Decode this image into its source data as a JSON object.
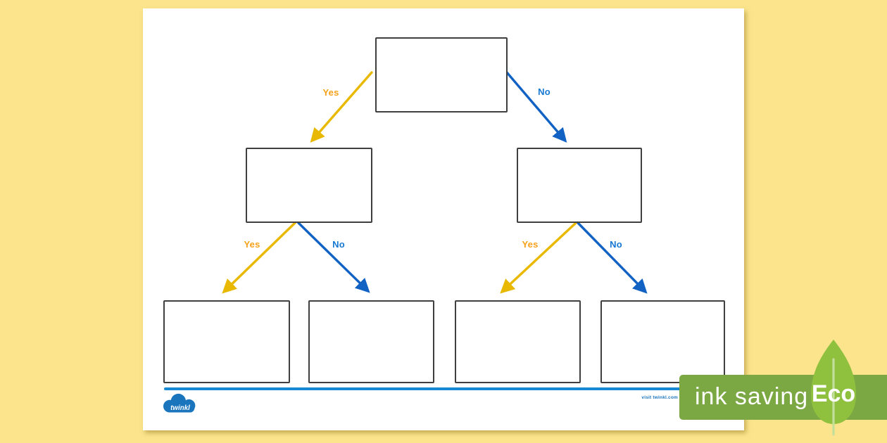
{
  "document": {
    "type": "blank decision tree worksheet preview",
    "background_color": "#FBE48C",
    "paper_color": "#FFFFFF"
  },
  "tree": {
    "nodes": [
      {
        "id": "root",
        "level": 1,
        "text": ""
      },
      {
        "id": "yes-node",
        "level": 2,
        "text": ""
      },
      {
        "id": "no-node",
        "level": 2,
        "text": ""
      },
      {
        "id": "yes-yes",
        "level": 3,
        "text": ""
      },
      {
        "id": "yes-no",
        "level": 3,
        "text": ""
      },
      {
        "id": "no-yes",
        "level": 3,
        "text": ""
      },
      {
        "id": "no-no",
        "level": 3,
        "text": ""
      }
    ],
    "branch_labels": [
      {
        "text": "Yes",
        "from": "root",
        "to": "yes-node"
      },
      {
        "text": "No",
        "from": "root",
        "to": "no-node"
      },
      {
        "text": "Yes",
        "from": "yes-node",
        "to": "yes-yes"
      },
      {
        "text": "No",
        "from": "yes-node",
        "to": "yes-no"
      },
      {
        "text": "Yes",
        "from": "no-node",
        "to": "no-yes"
      },
      {
        "text": "No",
        "from": "no-node",
        "to": "no-no"
      }
    ],
    "colors": {
      "yes_arrow": "#E8B900",
      "yes_label": "#F7A11B",
      "no_arrow": "#1262C4",
      "no_label": "#1678D2",
      "box_border": "#3F3F3F"
    }
  },
  "footer": {
    "logo_text": "twinkl",
    "logo_color": "#1B75BC",
    "visit_text": "visit twinkl.com",
    "line_color": "#1789D4"
  },
  "badge": {
    "ink_saving_label": "ink saving",
    "eco_label": "Eco",
    "band_color": "#7CA844",
    "leaf_color": "#8FC13F",
    "vein_color": "#C3DF9A",
    "text_color": "#FFFFFF"
  }
}
